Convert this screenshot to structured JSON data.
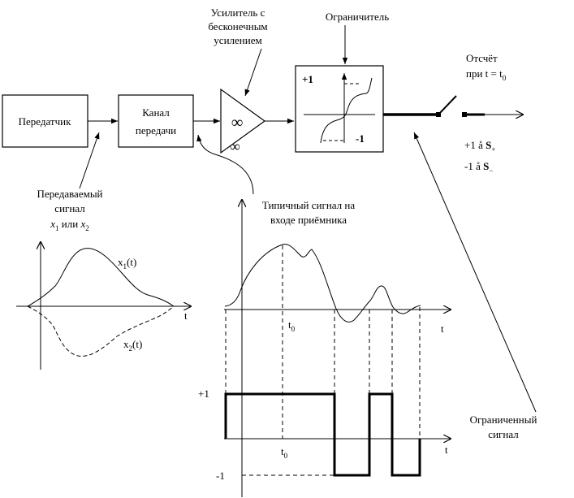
{
  "blocks": {
    "transmitter": "Передатчик",
    "channel_line1": "Канал",
    "channel_line2": "передачи",
    "amplifier_line1": "Усилитель с",
    "amplifier_line2": "бесконечным",
    "amplifier_line3": "усилением",
    "infinity_symbol": "∞",
    "limiter": "Ограничитель",
    "limiter_plus_one": "+1",
    "limiter_minus_one": "-1"
  },
  "sampling": {
    "line1": "Отсчёт",
    "line2_prefix": "при t = t",
    "line2_sub": "0",
    "decision_plus_prefix": "+1 å ",
    "decision_plus_symbol": "S",
    "decision_plus_sub": "+",
    "decision_minus_prefix": "-1 å ",
    "decision_minus_symbol": "S",
    "decision_minus_sub": "−"
  },
  "transmitted_signal": {
    "line1": "Передаваемый",
    "line2": "сигнал",
    "x1": "x",
    "x1_sub": "1",
    "or": " или ",
    "x2": "x",
    "x2_sub": "2",
    "curve1_name": "x",
    "curve1_sub": "1",
    "curve1_arg": "(t)",
    "curve2_name": "x",
    "curve2_sub": "2",
    "curve2_arg": "(t)",
    "t_axis": "t"
  },
  "received_signal": {
    "line1": "Типичный сигнал на",
    "line2": "входе приёмника",
    "t_axis": "t",
    "t0": "t",
    "t0_sub": "0"
  },
  "limited_signal": {
    "line1": "Ограниченный",
    "line2": "сигнал",
    "plus_one": "+1",
    "minus_one": "-1",
    "t_axis": "t",
    "t0": "t",
    "t0_sub": "0"
  }
}
